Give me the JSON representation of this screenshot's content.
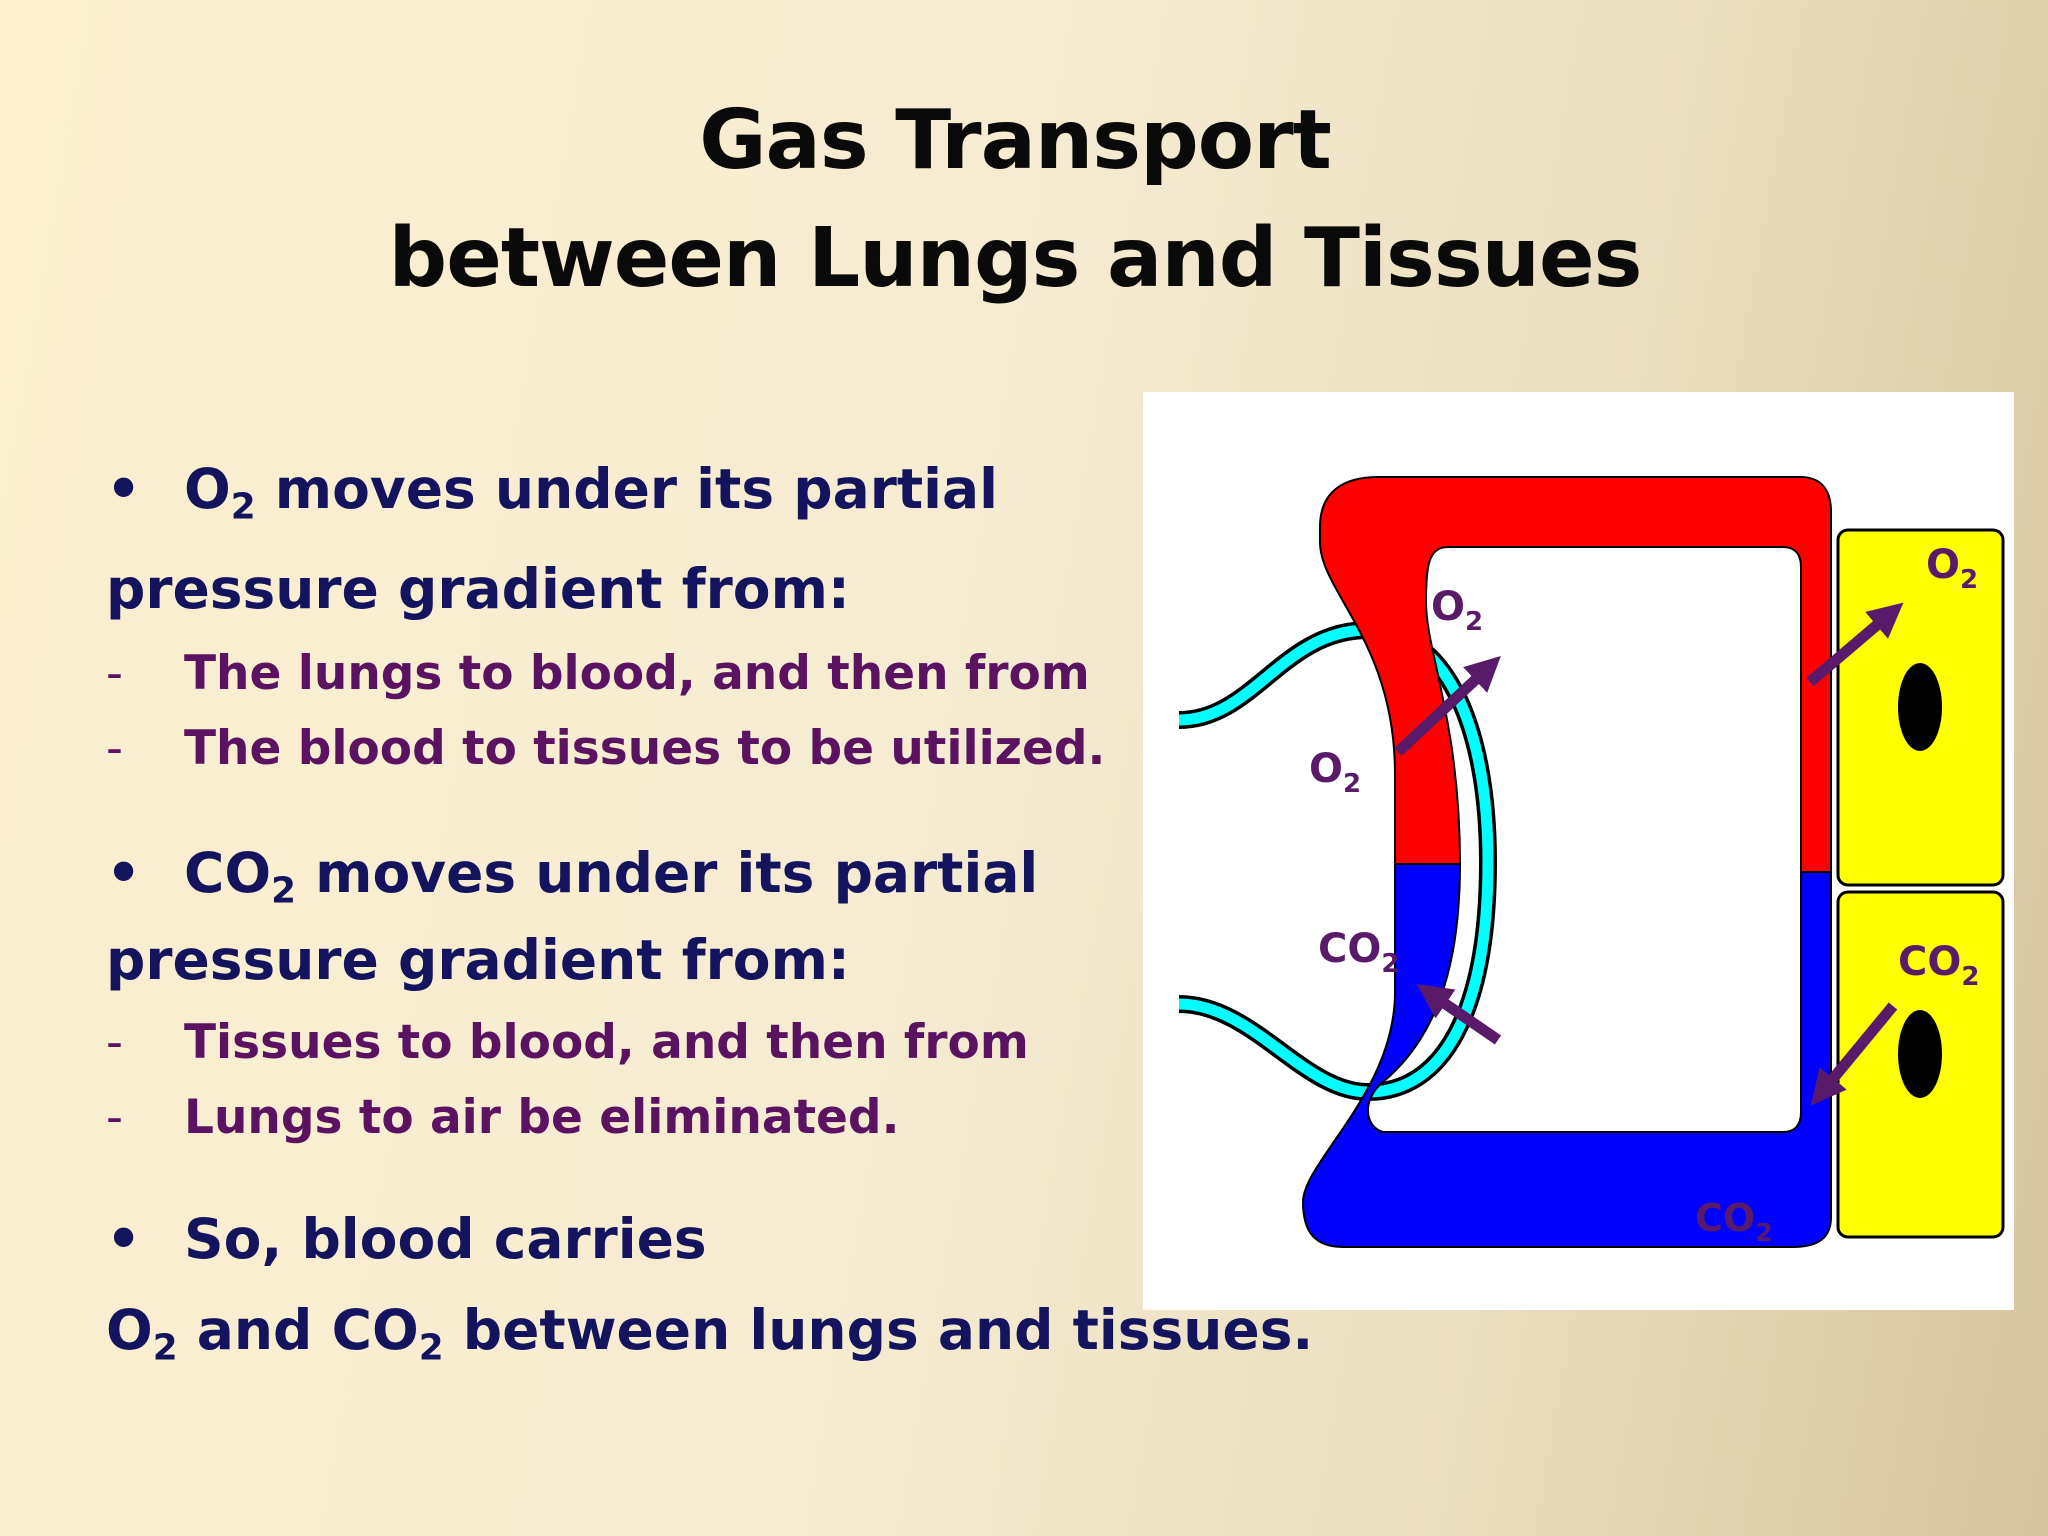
{
  "title": {
    "line1": "Gas Transport",
    "line2": "between Lungs and Tissues"
  },
  "bullets": [
    {
      "prefix": "O",
      "sub": "2",
      "rest": " moves under its partial",
      "cont": "pressure gradient from:",
      "items": [
        "The lungs to blood, and then from",
        "The blood to tissues to be utilized."
      ]
    },
    {
      "prefix": "CO",
      "sub": "2",
      "rest": " moves under its partial",
      "cont": "pressure gradient from:",
      "items": [
        "Tissues to blood, and then from",
        "Lungs to air be eliminated."
      ]
    }
  ],
  "conclusion": {
    "line1": "So, blood carries",
    "o": "O",
    "o_sub": "2",
    "and": " and CO",
    "co_sub": "2",
    "rest": " between lungs and tissues."
  },
  "figure": {
    "colors": {
      "oxygenated": "#ff0000",
      "deoxygenated": "#0000ff",
      "alveolus": "#00ffff",
      "tissue_cells": "#ffff00",
      "arrows": "#5a1a6a"
    },
    "labels": {
      "o2_capillary": "O",
      "o2_alveolus": "O",
      "co2_alveolus": "CO",
      "o2_tissue": "O",
      "co2_tissue": "CO",
      "co2_capillary": "CO",
      "subscript": "2"
    }
  }
}
